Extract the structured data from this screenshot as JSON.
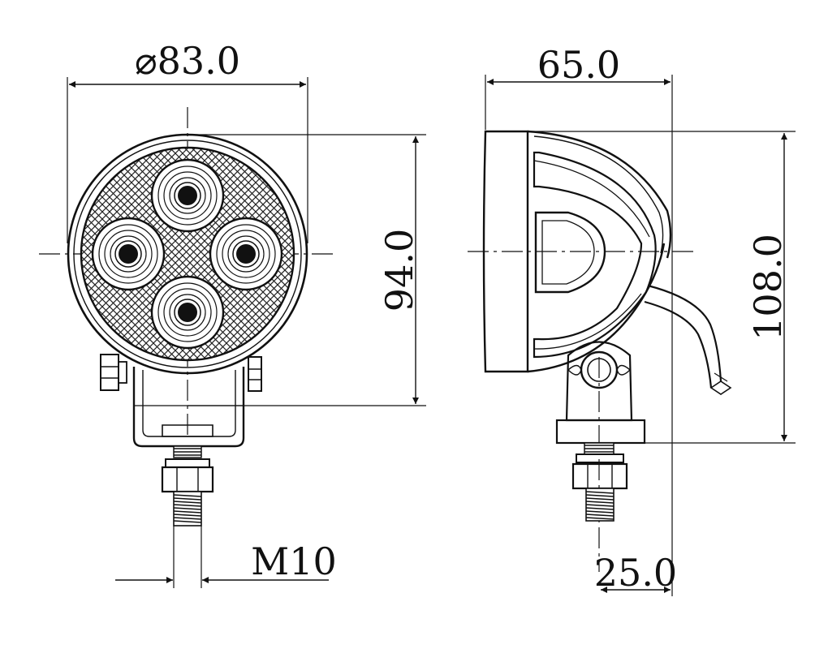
{
  "front_view": {
    "diameter_label": "⌀83.0",
    "height_label": "94.0",
    "thread_label": "M10"
  },
  "side_view": {
    "depth_label": "65.0",
    "height_label": "108.0",
    "offset_label": "25.0"
  },
  "colors": {
    "line": "#111111",
    "background": "#ffffff"
  }
}
